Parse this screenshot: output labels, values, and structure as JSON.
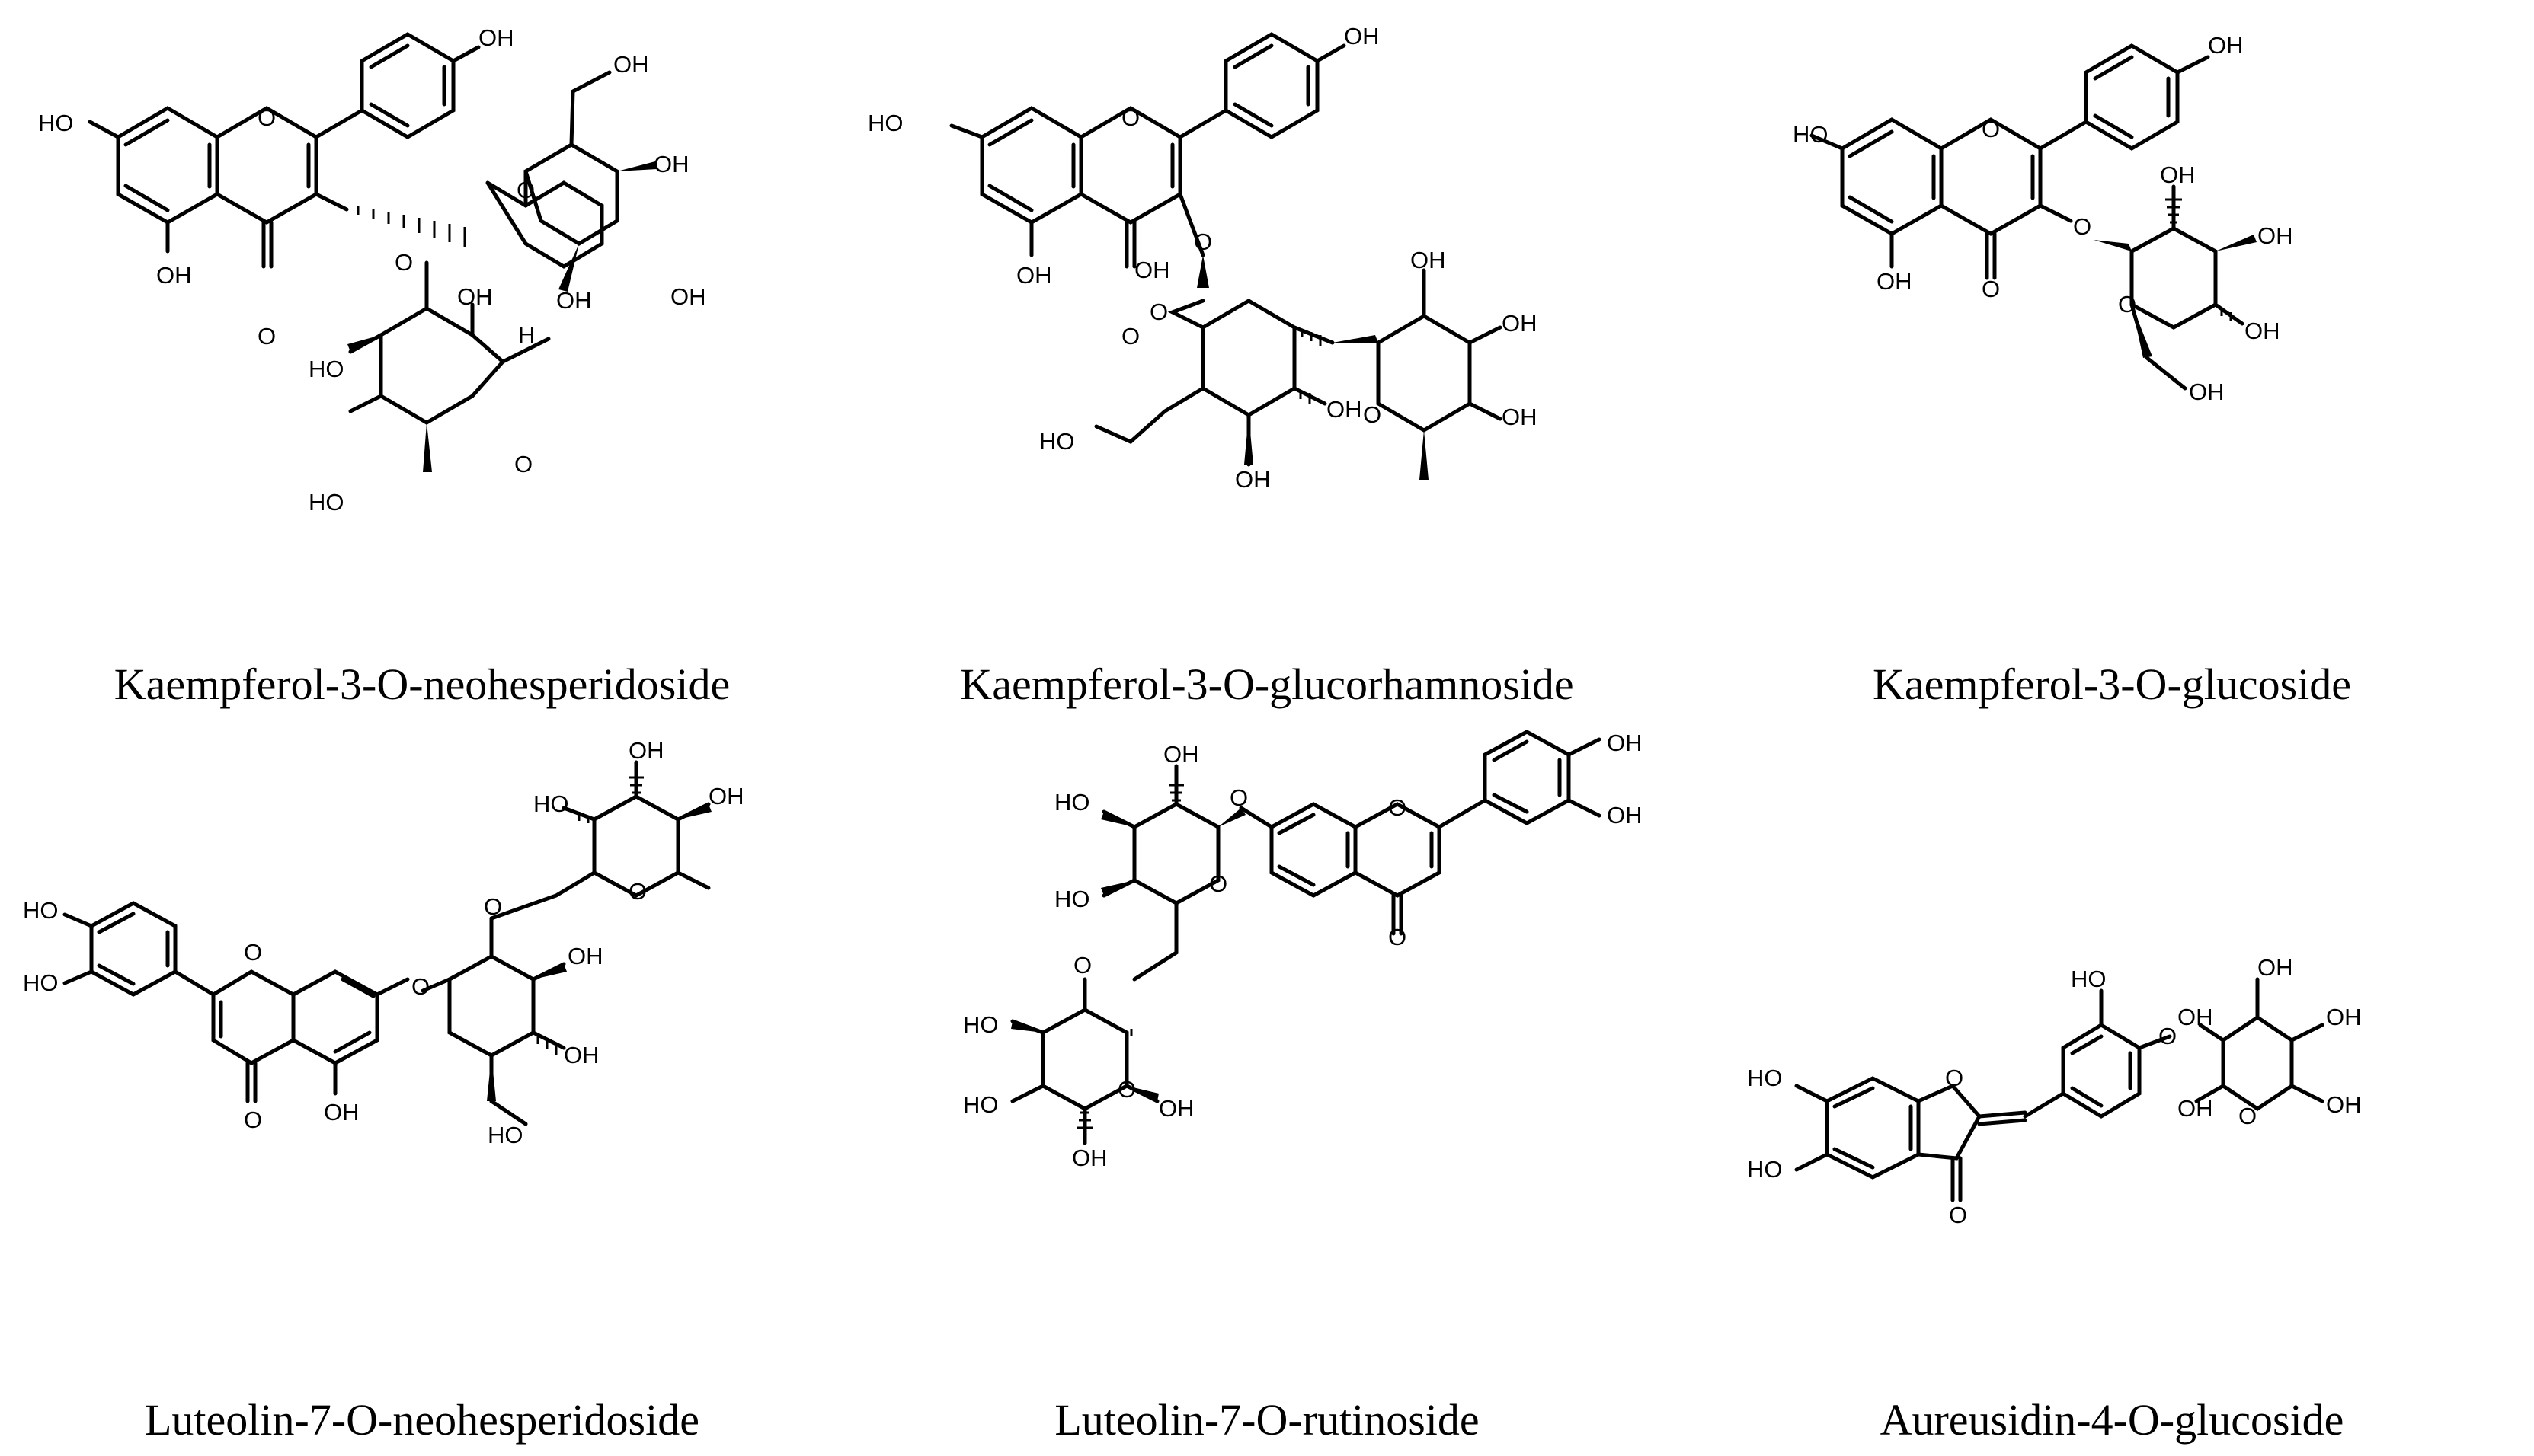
{
  "figure": {
    "compounds": [
      {
        "id": "k-neo",
        "name": "Kaempferol-3-O-neohesperidoside",
        "labels": [
          "HO",
          "OH",
          "OH",
          "OH",
          "OH",
          "OH",
          "OH",
          "OH",
          "HO",
          "HO",
          "O",
          "O",
          "O",
          "O",
          "O",
          "H"
        ]
      },
      {
        "id": "k-gr",
        "name": "Kaempferol-3-O-glucorhamnoside",
        "labels": [
          "HO",
          "OH",
          "OH",
          "OH",
          "OH",
          "OH",
          "OH",
          "OH",
          "OH",
          "HO",
          "O",
          "O",
          "O",
          "O",
          "O"
        ]
      },
      {
        "id": "k-glc",
        "name": "Kaempferol-3-O-glucoside",
        "labels": [
          "HO",
          "OH",
          "OH",
          "OH",
          "OH",
          "OH",
          "OH",
          "O",
          "O",
          "O",
          "O"
        ]
      },
      {
        "id": "l-neo",
        "name": "Luteolin-7-O-neohesperidoside",
        "labels": [
          "HO",
          "HO",
          "OH",
          "OH",
          "OH",
          "OH",
          "OH",
          "HO",
          "HO",
          "O",
          "O",
          "O",
          "O",
          "O"
        ]
      },
      {
        "id": "l-rut",
        "name": "Luteolin-7-O-rutinoside",
        "labels": [
          "OH",
          "OH",
          "OH",
          "HO",
          "HO",
          "HO",
          "HO",
          "OH",
          "OH",
          "O",
          "O",
          "O",
          "O",
          "O",
          "O"
        ]
      },
      {
        "id": "aur",
        "name": "Aureusidin-4-O-glucoside",
        "labels": [
          "HO",
          "HO",
          "HO",
          "OH",
          "OH",
          "OH",
          "OH",
          "OH",
          "O",
          "O",
          "O",
          "O"
        ]
      }
    ]
  }
}
